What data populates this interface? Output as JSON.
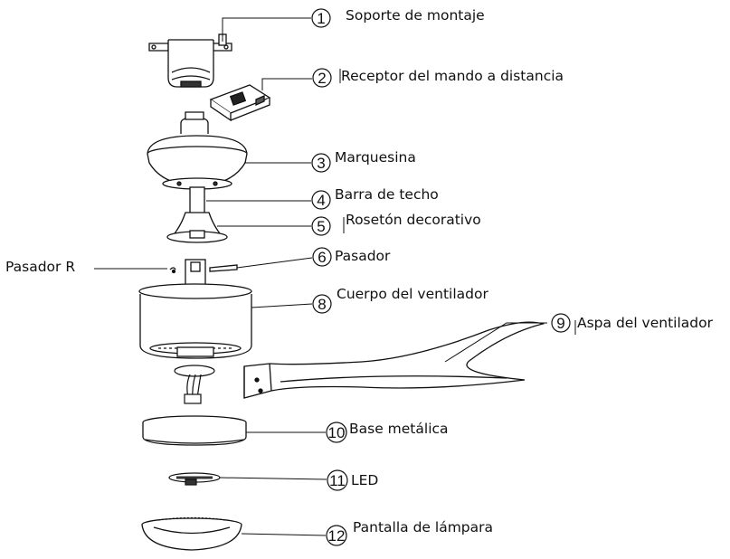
{
  "parts": [
    {
      "number": "1",
      "label": "Soporte de montaje"
    },
    {
      "number": "2",
      "label": "Receptor del mando a distancia"
    },
    {
      "number": "3",
      "label": "Marquesina"
    },
    {
      "number": "4",
      "label": "Barra de techo"
    },
    {
      "number": "5",
      "label": "Rosetón decorativo"
    },
    {
      "number": "6",
      "label": "Pasador"
    },
    {
      "number": "8",
      "label": "Cuerpo del ventilador"
    },
    {
      "number": "9",
      "label": "Aspa del ventilador"
    },
    {
      "number": "10",
      "label": "Base metálica"
    },
    {
      "number": "11",
      "label": "LED"
    },
    {
      "number": "12",
      "label": "Pantalla de lámpara"
    }
  ],
  "r_pin_label": "Pasador R"
}
